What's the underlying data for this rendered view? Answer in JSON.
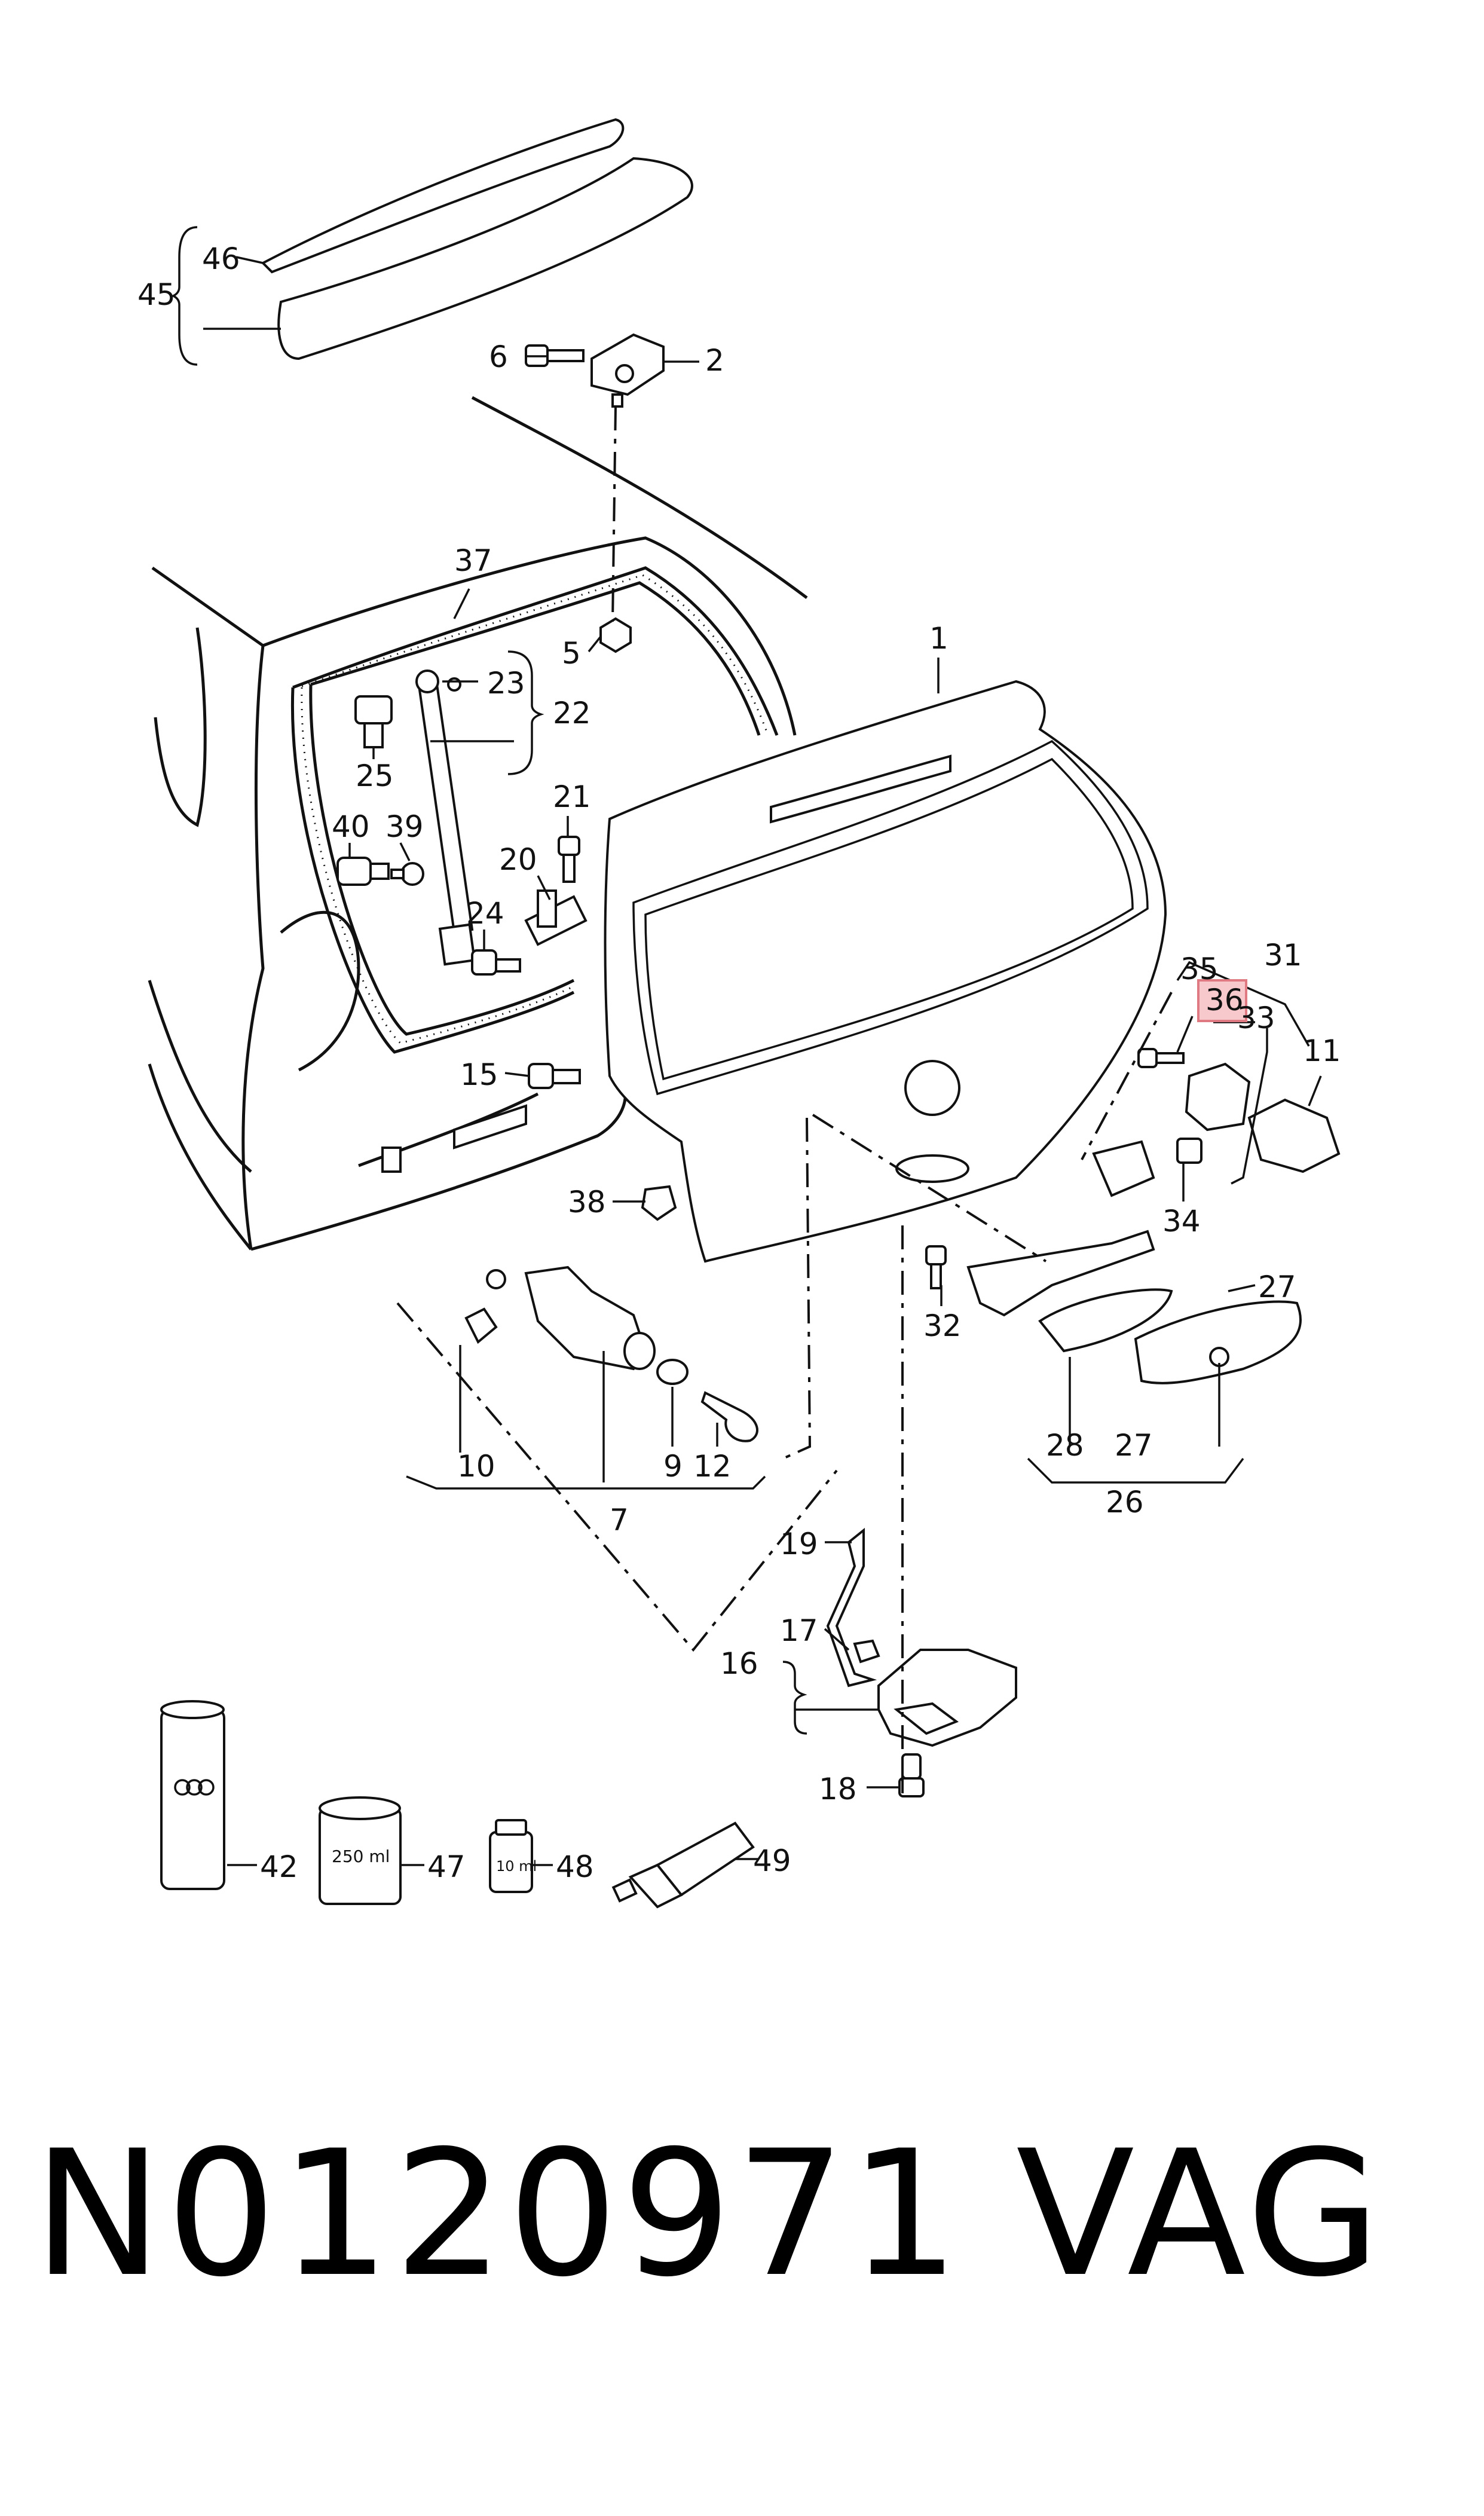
{
  "footer": {
    "part_number": "N0120971",
    "brand": "VAG"
  },
  "callouts": {
    "c1": "1",
    "c2": "2",
    "c5": "5",
    "c6": "6",
    "c7": "7",
    "c9": "9",
    "c10": "10",
    "c11": "11",
    "c12": "12",
    "c15": "15",
    "c16": "16",
    "c17": "17",
    "c18": "18",
    "c19": "19",
    "c20": "20",
    "c21": "21",
    "c22": "22",
    "c23": "23",
    "c24": "24",
    "c25": "25",
    "c26": "26",
    "c27a": "27",
    "c27b": "27",
    "c28": "28",
    "c31": "31",
    "c32": "32",
    "c33": "33",
    "c34": "34",
    "c35": "35",
    "c36": "36",
    "c37": "37",
    "c38": "38",
    "c39": "39",
    "c40": "40",
    "c42": "42",
    "c45": "45",
    "c46": "46",
    "c47": "47",
    "c48": "48",
    "c49": "49"
  },
  "product_labels": {
    "can_volume": "250 ml",
    "vial_volume": "10 ml"
  },
  "highlight_color": "#f7c9cc"
}
